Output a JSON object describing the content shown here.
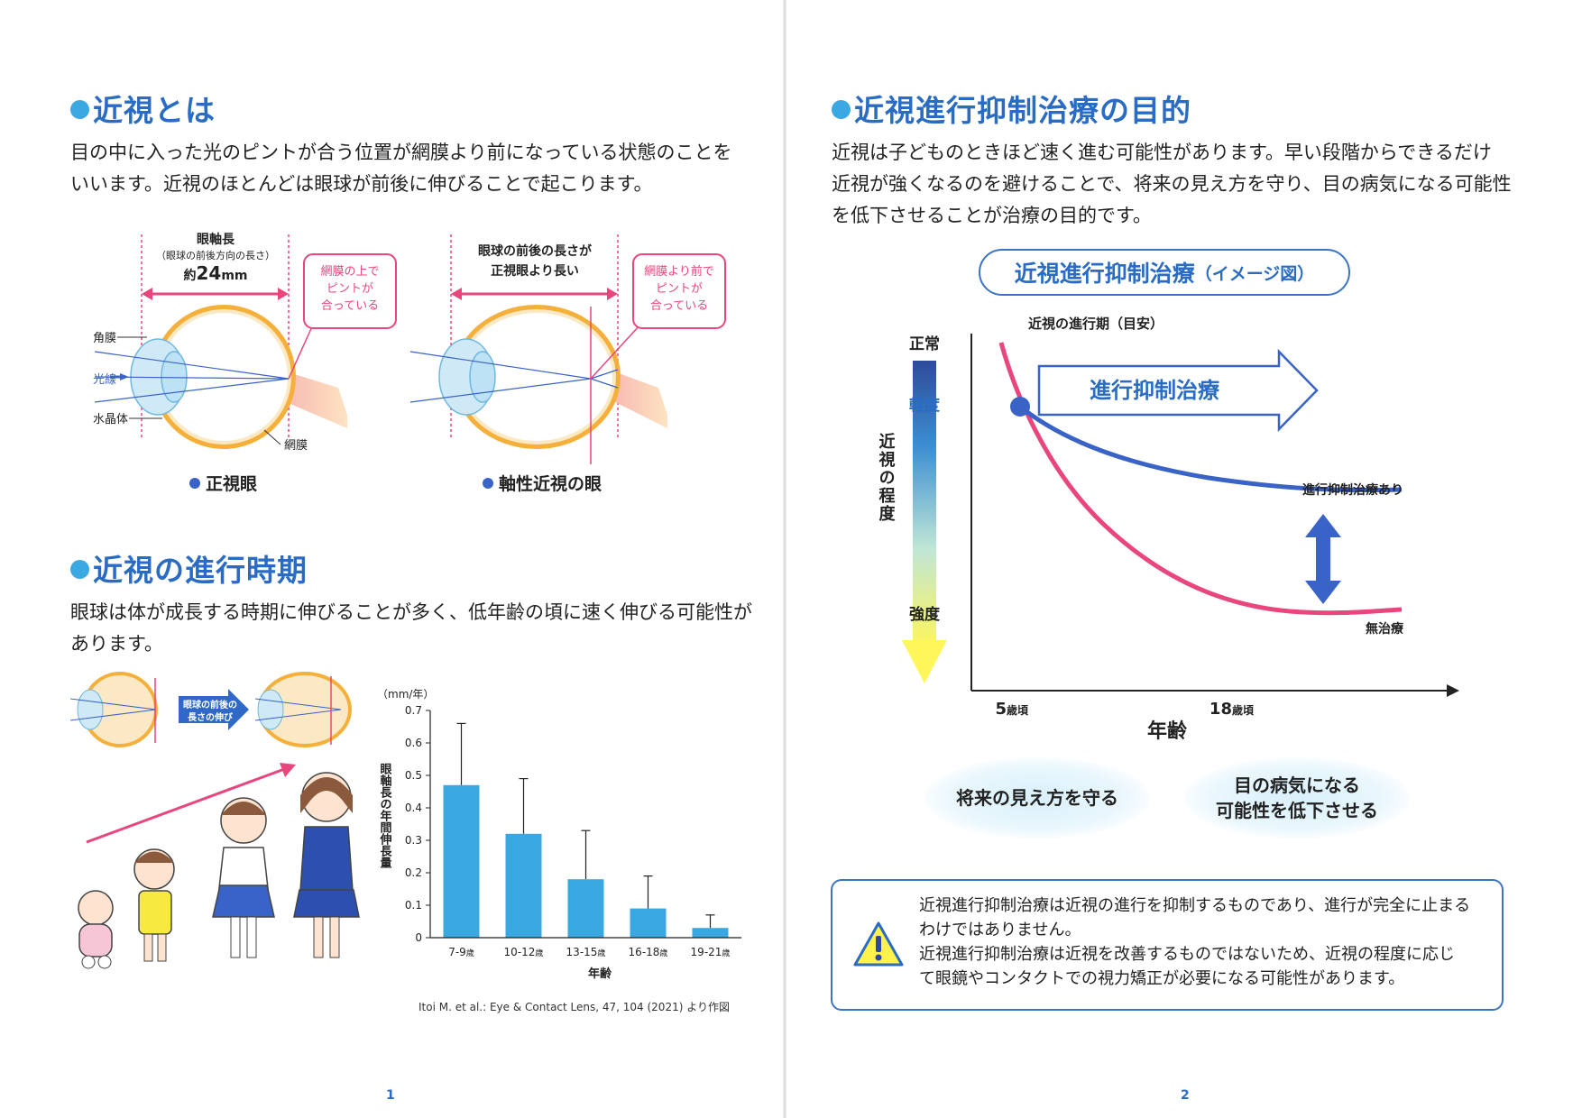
{
  "page1": {
    "section1": {
      "heading": "近視とは",
      "para_line1": "目の中に入った光のピントが合う位置が網膜より前になっている状態のことを",
      "para_line2": "いいます。近視のほとんどは眼球が前後に伸びることで起こります。"
    },
    "eye_normal": {
      "length_title": "眼軸長",
      "length_sub": "（眼球の前後方向の長さ）",
      "length_prefix": "約",
      "length_value": "24",
      "length_unit": "mm",
      "callout_l1": "網膜の上で",
      "callout_l2": "ピントが",
      "callout_l3": "合っている",
      "label_cornea": "角膜",
      "label_light": "光線",
      "label_lens": "水晶体",
      "label_retina": "網膜",
      "caption": "正視眼"
    },
    "eye_myopic": {
      "note_l1": "眼球の前後の長さが",
      "note_l2": "正視眼より長い",
      "callout_l1": "網膜より前で",
      "callout_l2": "ピントが",
      "callout_l3": "合っている",
      "caption": "軸性近視の眼"
    },
    "section2": {
      "heading": "近視の進行時期",
      "para_line1": "眼球は体が成長する時期に伸びることが多く、低年齢の頃に速く伸びる可能性が",
      "para_line2": "あります。"
    },
    "growth_arrow_l1": "眼球の前後の",
    "growth_arrow_l2": "長さの伸び",
    "source": "Itoi M. et al.: Eye & Contact Lens, 47, 104 (2021) より作図",
    "page_number": "1"
  },
  "page2": {
    "section": {
      "heading": "近視進行抑制治療の目的",
      "para_line1": "近視は子どものときほど速く進む可能性があります。早い段階からできるだけ",
      "para_line2": "近視が強くなるのを避けることで、将来の見え方を守り、目の病気になる可能性",
      "para_line3": "を低下させることが治療の目的です。"
    },
    "diagram": {
      "title_main": "近視進行抑制治療",
      "title_sub": "（イメージ図）",
      "period_label": "近視の進行期（目安）",
      "arrow_label": "進行抑制治療",
      "scale_normal": "正常",
      "scale_mild": "軽度",
      "scale_strong": "強度",
      "y_axis_label": "近視の程度",
      "line_treated": "進行抑制治療あり",
      "line_untreated": "無治療",
      "x_tick1_num": "5",
      "x_tick1_unit": "歳頃",
      "x_tick2_num": "18",
      "x_tick2_unit": "歳頃",
      "x_axis_label": "年齢",
      "colors": {
        "treated": "#3a63c8",
        "untreated": "#e8467c"
      }
    },
    "benefit1": "将来の見え方を守る",
    "benefit2_l1": "目の病気になる",
    "benefit2_l2": "可能性を低下させる",
    "notice": {
      "line1": "近視進行抑制治療は近視の進行を抑制するものであり、進行が完全に止まる",
      "line2": "わけではありません。",
      "line3": "近視進行抑制治療は近視を改善するものではないため、近視の程度に応じ",
      "line4": "て眼鏡やコンタクトでの視力矯正が必要になる可能性があります。"
    },
    "page_number": "2"
  },
  "chart_data": {
    "type": "bar",
    "title": "",
    "unit_label": "（mm/年）",
    "ylabel": "眼軸長の年間伸長量",
    "xlabel": "年齢",
    "categories": [
      {
        "num": "7-9",
        "unit": "歳"
      },
      {
        "num": "10-12",
        "unit": "歳"
      },
      {
        "num": "13-15",
        "unit": "歳"
      },
      {
        "num": "16-18",
        "unit": "歳"
      },
      {
        "num": "19-21",
        "unit": "歳"
      }
    ],
    "values": [
      0.47,
      0.32,
      0.18,
      0.09,
      0.03
    ],
    "error_upper": [
      0.66,
      0.49,
      0.33,
      0.19,
      0.07
    ],
    "ylim": [
      0,
      0.7
    ],
    "yticks": [
      "0",
      "0.1",
      "0.2",
      "0.3",
      "0.4",
      "0.5",
      "0.6",
      "0.7"
    ],
    "grid": false,
    "bar_color": "#3aa8e0"
  }
}
